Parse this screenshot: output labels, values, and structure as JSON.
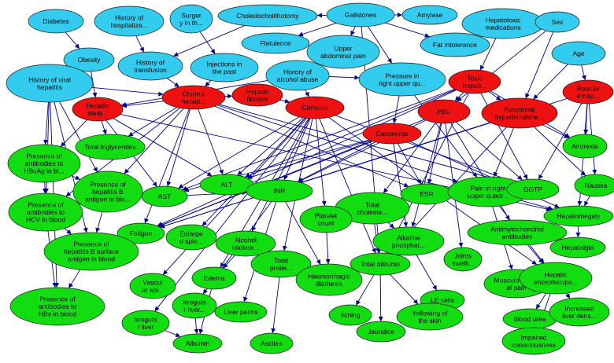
{
  "colors": {
    "cyan": "#33ccee",
    "red": "#ee1111",
    "green": "#11dd11",
    "edge": "#00008b"
  },
  "nodes": [
    {
      "id": "diabetes",
      "label": [
        "Diabetes"
      ],
      "color": "cyan"
    },
    {
      "id": "hosp",
      "label": [
        "History of",
        "hospitaliza..."
      ],
      "color": "cyan"
    },
    {
      "id": "surgery",
      "label": [
        "Surger",
        "y in th..."
      ],
      "color": "cyan"
    },
    {
      "id": "choledo",
      "label": [
        "Choledocholithotomy"
      ],
      "color": "cyan"
    },
    {
      "id": "gallstones",
      "label": [
        "Gallstones"
      ],
      "color": "cyan"
    },
    {
      "id": "amylase",
      "label": [
        "Amylase"
      ],
      "color": "cyan"
    },
    {
      "id": "hepatotoxic",
      "label": [
        "Hepatotoxic",
        "medications"
      ],
      "color": "cyan"
    },
    {
      "id": "sex",
      "label": [
        "Sex"
      ],
      "color": "cyan"
    },
    {
      "id": "obesity",
      "label": [
        "Obesity"
      ],
      "color": "cyan"
    },
    {
      "id": "transfusion",
      "label": [
        "History of",
        "transfusion"
      ],
      "color": "cyan"
    },
    {
      "id": "injections",
      "label": [
        "Injections in",
        "the past"
      ],
      "color": "cyan"
    },
    {
      "id": "flatulence",
      "label": [
        "Flatulence"
      ],
      "color": "cyan"
    },
    {
      "id": "upperpain",
      "label": [
        "Upper",
        "abdominal pain"
      ],
      "color": "cyan"
    },
    {
      "id": "fatintol",
      "label": [
        "Fat intolerance"
      ],
      "color": "cyan"
    },
    {
      "id": "age",
      "label": [
        "Age"
      ],
      "color": "cyan"
    },
    {
      "id": "viralhep",
      "label": [
        "History of viral",
        "hepatitis"
      ],
      "color": "cyan"
    },
    {
      "id": "alcohol",
      "label": [
        "History of",
        "alcohol abuse"
      ],
      "color": "cyan"
    },
    {
      "id": "pressure",
      "label": [
        "Pressure in",
        "right upper qu..."
      ],
      "color": "cyan"
    },
    {
      "id": "toxichep",
      "label": [
        "Toxic",
        "hepati..."
      ],
      "color": "red"
    },
    {
      "id": "reactivehep",
      "label": [
        "Reactiv",
        "e hep..."
      ],
      "color": "red"
    },
    {
      "id": "chronichep",
      "label": [
        "Chronic",
        "hepati..."
      ],
      "color": "red"
    },
    {
      "id": "hepfibrosis",
      "label": [
        "Hepatic",
        "fibrosis"
      ],
      "color": "red"
    },
    {
      "id": "steatosis",
      "label": [
        "Hepatic",
        "steat..."
      ],
      "color": "red"
    },
    {
      "id": "cirrhosis",
      "label": [
        "Cirrhosis"
      ],
      "color": "red"
    },
    {
      "id": "pbc",
      "label": [
        "PBC"
      ],
      "color": "red"
    },
    {
      "id": "functional",
      "label": [
        "Functional",
        "hyperbilirubine..."
      ],
      "color": "red"
    },
    {
      "id": "carcinoma",
      "label": [
        "Carcinoma"
      ],
      "color": "red"
    },
    {
      "id": "triglyc",
      "label": [
        "Total triglycerides"
      ],
      "color": "green"
    },
    {
      "id": "hbcag",
      "label": [
        "Presence of",
        "antibodies to",
        "HBcAg in bl..."
      ],
      "color": "green"
    },
    {
      "id": "hbag",
      "label": [
        "Presence of",
        "hepatitis B",
        "antigen in blo..."
      ],
      "color": "green"
    },
    {
      "id": "ast",
      "label": [
        "AST"
      ],
      "color": "green"
    },
    {
      "id": "alt",
      "label": [
        "ALT"
      ],
      "color": "green"
    },
    {
      "id": "inr",
      "label": [
        "INR"
      ],
      "color": "green"
    },
    {
      "id": "totalchol",
      "label": [
        "Total",
        "choleste..."
      ],
      "color": "green"
    },
    {
      "id": "esr",
      "label": [
        "ESR"
      ],
      "color": "green"
    },
    {
      "id": "painruq",
      "label": [
        "Pain in right",
        "upper quadr..."
      ],
      "color": "green"
    },
    {
      "id": "ggtp",
      "label": [
        "GGTP"
      ],
      "color": "green"
    },
    {
      "id": "anorexia",
      "label": [
        "Anorexia"
      ],
      "color": "green"
    },
    {
      "id": "nausea",
      "label": [
        "Nausea"
      ],
      "color": "green"
    },
    {
      "id": "hcv",
      "label": [
        "Presence of",
        "antibodies to",
        "HCV in blood"
      ],
      "color": "green"
    },
    {
      "id": "fatigue",
      "label": [
        "Fatigue"
      ],
      "color": "green"
    },
    {
      "id": "enlspleen",
      "label": [
        "Enlarge",
        "d sple..."
      ],
      "color": "green"
    },
    {
      "id": "alcintol",
      "label": [
        "Alcohol",
        "intolera..."
      ],
      "color": "green"
    },
    {
      "id": "platelet",
      "label": [
        "Platelet",
        "count"
      ],
      "color": "green"
    },
    {
      "id": "alkphos",
      "label": [
        "Alkaline",
        "phosphat..."
      ],
      "color": "green"
    },
    {
      "id": "antimito",
      "label": [
        "Antimytochondrial",
        "antibodies"
      ],
      "color": "green"
    },
    {
      "id": "hepatomegaly",
      "label": [
        "Hepatomegaly"
      ],
      "color": "green"
    },
    {
      "id": "hepatalgia",
      "label": [
        "Hepatalgia"
      ],
      "color": "green"
    },
    {
      "id": "hbsag",
      "label": [
        "Presence of",
        "hepatitis B surface",
        "antigen in blood"
      ],
      "color": "green"
    },
    {
      "id": "totalprot",
      "label": [
        "Total",
        "protei..."
      ],
      "color": "green"
    },
    {
      "id": "haemdiath",
      "label": [
        "Haemorrhagic",
        "diathesis"
      ],
      "color": "green"
    },
    {
      "id": "totalbili",
      "label": [
        "Total bilirubin"
      ],
      "color": "green"
    },
    {
      "id": "joints",
      "label": [
        "Joints",
        "swelli..."
      ],
      "color": "green"
    },
    {
      "id": "musculo",
      "label": [
        "Musculo-skelet",
        "al pain"
      ],
      "color": "green"
    },
    {
      "id": "hepenceph",
      "label": [
        "Hepatic",
        "encephalopa..."
      ],
      "color": "green"
    },
    {
      "id": "vascspi",
      "label": [
        "Vascul",
        "ar spi..."
      ],
      "color": "green"
    },
    {
      "id": "edema",
      "label": [
        "Edema"
      ],
      "color": "green"
    },
    {
      "id": "lecells",
      "label": [
        "LE cells"
      ],
      "color": "green"
    },
    {
      "id": "hbsab",
      "label": [
        "Presence of",
        "antibodies to",
        "HBs in blood"
      ],
      "color": "green"
    },
    {
      "id": "irrliver",
      "label": [
        "Irregula",
        "r liver..."
      ],
      "color": "green"
    },
    {
      "id": "irrliver2",
      "label": [
        "Irregula",
        "r liver"
      ],
      "color": "green"
    },
    {
      "id": "liverpalms",
      "label": [
        "Liver palms"
      ],
      "color": "green"
    },
    {
      "id": "itching",
      "label": [
        "Itching"
      ],
      "color": "green"
    },
    {
      "id": "yellowing",
      "label": [
        "Yellowing of",
        "the skin"
      ],
      "color": "green"
    },
    {
      "id": "bloodurea",
      "label": [
        "Blood urea"
      ],
      "color": "green"
    },
    {
      "id": "increased",
      "label": [
        "Increased",
        "liver dens..."
      ],
      "color": "green"
    },
    {
      "id": "albumin",
      "label": [
        "Albumin"
      ],
      "color": "green"
    },
    {
      "id": "ascites",
      "label": [
        "Ascites"
      ],
      "color": "green"
    },
    {
      "id": "jaundice",
      "label": [
        "Jaundice"
      ],
      "color": "green"
    },
    {
      "id": "impaired",
      "label": [
        "Impaired",
        "consciousness"
      ],
      "color": "green"
    }
  ],
  "edges": [
    [
      "diabetes",
      "obesity"
    ],
    [
      "obesity",
      "steatosis"
    ],
    [
      "hosp",
      "transfusion"
    ],
    [
      "surgery",
      "injections"
    ],
    [
      "choledo",
      "transfusion"
    ],
    [
      "gallstones",
      "choledo"
    ],
    [
      "gallstones",
      "amylase"
    ],
    [
      "gallstones",
      "flatulence"
    ],
    [
      "gallstones",
      "upperpain"
    ],
    [
      "gallstones",
      "fatintol"
    ],
    [
      "gallstones",
      "pressure"
    ],
    [
      "gallstones",
      "totalbili"
    ],
    [
      "hepatotoxic",
      "toxichep"
    ],
    [
      "sex",
      "functional"
    ],
    [
      "sex",
      "pbc"
    ],
    [
      "age",
      "reactivehep"
    ],
    [
      "age",
      "functional"
    ],
    [
      "transfusion",
      "chronichep"
    ],
    [
      "injections",
      "chronichep"
    ],
    [
      "viralhep",
      "chronichep"
    ],
    [
      "viralhep",
      "hbcag"
    ],
    [
      "viralhep",
      "hcv"
    ],
    [
      "viralhep",
      "hbsag"
    ],
    [
      "viralhep",
      "hbsab"
    ],
    [
      "viralhep",
      "hbag"
    ],
    [
      "alcohol",
      "cirrhosis"
    ],
    [
      "alcohol",
      "steatosis"
    ],
    [
      "alcohol",
      "pressure"
    ],
    [
      "chronichep",
      "hepfibrosis"
    ],
    [
      "chronichep",
      "steatosis"
    ],
    [
      "chronichep",
      "ast"
    ],
    [
      "chronichep",
      "alt"
    ],
    [
      "chronichep",
      "triglyc"
    ],
    [
      "chronichep",
      "hbag"
    ],
    [
      "chronichep",
      "hcv"
    ],
    [
      "chronichep",
      "ggtp"
    ],
    [
      "chronichep",
      "fatigue"
    ],
    [
      "chronichep",
      "esr"
    ],
    [
      "chronichep",
      "painruq"
    ],
    [
      "hepfibrosis",
      "cirrhosis"
    ],
    [
      "cirrhosis",
      "inr"
    ],
    [
      "cirrhosis",
      "platelet"
    ],
    [
      "cirrhosis",
      "enlspleen"
    ],
    [
      "cirrhosis",
      "totalprot"
    ],
    [
      "cirrhosis",
      "alcintol"
    ],
    [
      "cirrhosis",
      "ast"
    ],
    [
      "cirrhosis",
      "alt"
    ],
    [
      "cirrhosis",
      "vascspi"
    ],
    [
      "cirrhosis",
      "hepenceph"
    ],
    [
      "cirrhosis",
      "ggtp"
    ],
    [
      "cirrhosis",
      "totalbili"
    ],
    [
      "cirrhosis",
      "edema"
    ],
    [
      "cirrhosis",
      "irrliver2"
    ],
    [
      "steatosis",
      "triglyc"
    ],
    [
      "steatosis",
      "ast"
    ],
    [
      "steatosis",
      "alt"
    ],
    [
      "steatosis",
      "hepatomegaly"
    ],
    [
      "steatosis",
      "hbcag"
    ],
    [
      "toxichep",
      "pbc"
    ],
    [
      "toxichep",
      "functional"
    ],
    [
      "toxichep",
      "ast"
    ],
    [
      "toxichep",
      "alt"
    ],
    [
      "toxichep",
      "ggtp"
    ],
    [
      "toxichep",
      "totalbili"
    ],
    [
      "toxichep",
      "anorexia"
    ],
    [
      "toxichep",
      "fatigue"
    ],
    [
      "reactivehep",
      "anorexia"
    ],
    [
      "reactivehep",
      "nausea"
    ],
    [
      "reactivehep",
      "hepatomegaly"
    ],
    [
      "reactivehep",
      "ggtp"
    ],
    [
      "reactivehep",
      "fatigue"
    ],
    [
      "pbc",
      "antimito"
    ],
    [
      "pbc",
      "alkphos"
    ],
    [
      "pbc",
      "totalchol"
    ],
    [
      "pbc",
      "esr"
    ],
    [
      "pbc",
      "joints"
    ],
    [
      "pbc",
      "inr"
    ],
    [
      "pbc",
      "ggtp"
    ],
    [
      "pbc",
      "fatigue"
    ],
    [
      "functional",
      "totalbili"
    ],
    [
      "functional",
      "painruq"
    ],
    [
      "functional",
      "nausea"
    ],
    [
      "functional",
      "anorexia"
    ],
    [
      "functional",
      "fatigue"
    ],
    [
      "carcinoma",
      "inr"
    ],
    [
      "carcinoma",
      "alkphos"
    ],
    [
      "carcinoma",
      "ast"
    ],
    [
      "carcinoma",
      "alt"
    ],
    [
      "carcinoma",
      "esr"
    ],
    [
      "carcinoma",
      "hepatomegaly"
    ],
    [
      "carcinoma",
      "fatigue"
    ],
    [
      "pressure",
      "painruq"
    ],
    [
      "pressure",
      "carcinoma"
    ],
    [
      "painruq",
      "hepatomegaly"
    ],
    [
      "painruq",
      "musculo"
    ],
    [
      "painruq",
      "hepenceph"
    ],
    [
      "nausea",
      "hepatomegaly"
    ],
    [
      "hepatomegaly",
      "hepatalgia"
    ],
    [
      "totalchol",
      "alkphos"
    ],
    [
      "totalchol",
      "totalbili"
    ],
    [
      "alkphos",
      "totalbili"
    ],
    [
      "alkphos",
      "lecells"
    ],
    [
      "antimito",
      "hepenceph"
    ],
    [
      "hepenceph",
      "bloodurea"
    ],
    [
      "hepenceph",
      "increased"
    ],
    [
      "hepenceph",
      "impaired"
    ],
    [
      "hbcag",
      "hcv"
    ],
    [
      "hbag",
      "hbsag"
    ],
    [
      "hbcag",
      "hbag"
    ],
    [
      "hcv",
      "hbsag"
    ],
    [
      "hbsag",
      "hbsab"
    ],
    [
      "hcv",
      "hbsab"
    ],
    [
      "inr",
      "haemdiath"
    ],
    [
      "platelet",
      "haemdiath"
    ],
    [
      "totalprot",
      "ascites"
    ],
    [
      "alcintol",
      "edema"
    ],
    [
      "edema",
      "albumin"
    ],
    [
      "totalbili",
      "itching"
    ],
    [
      "totalbili",
      "yellowing"
    ],
    [
      "totalbili",
      "jaundice"
    ],
    [
      "irrliver",
      "albumin"
    ],
    [
      "irrliver2",
      "albumin"
    ],
    [
      "inr",
      "irrliver"
    ],
    [
      "ast",
      "inr"
    ],
    [
      "inr",
      "liverpalms"
    ]
  ]
}
